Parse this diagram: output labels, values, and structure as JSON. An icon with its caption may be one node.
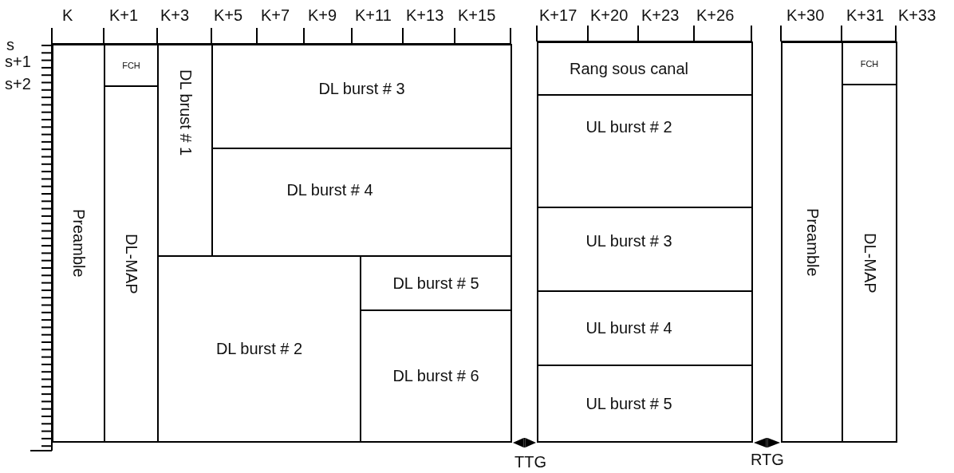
{
  "diagram": {
    "nodes": [
      {
        "text": [
          "Preamble"
        ]
      },
      {
        "text": [
          "FCH"
        ]
      },
      {
        "text": [
          "DL-MAP"
        ]
      },
      {
        "text": [
          "DL brust # 1"
        ]
      },
      {
        "text": [
          "DL burst # 3"
        ]
      },
      {
        "text": [
          "DL burst # 4"
        ]
      },
      {
        "text": [
          "DL burst # 2"
        ]
      },
      {
        "text": [
          "DL burst # 5"
        ]
      },
      {
        "text": [
          "DL burst # 6"
        ]
      },
      {
        "text": [
          "Rang sous canal"
        ]
      },
      {
        "text": [
          "UL burst # 2"
        ]
      },
      {
        "text": [
          "UL burst # 3"
        ]
      },
      {
        "text": [
          "UL burst # 4"
        ]
      },
      {
        "text": [
          "UL burst # 5"
        ]
      },
      {
        "text": [
          "Preamble"
        ]
      },
      {
        "text": [
          "FCH"
        ]
      },
      {
        "text": [
          "DL-MAP"
        ]
      }
    ],
    "labels": [
      "K",
      "K+1",
      "K+3",
      "K+5",
      "K+7",
      "K+9",
      "K+11",
      "K+13",
      "K+15",
      "K+17",
      "K+20",
      "K+23",
      "K+26",
      "K+30",
      "K+31",
      "K+33",
      "s",
      "s+1",
      "s+2",
      "TTG",
      "RTG"
    ]
  }
}
